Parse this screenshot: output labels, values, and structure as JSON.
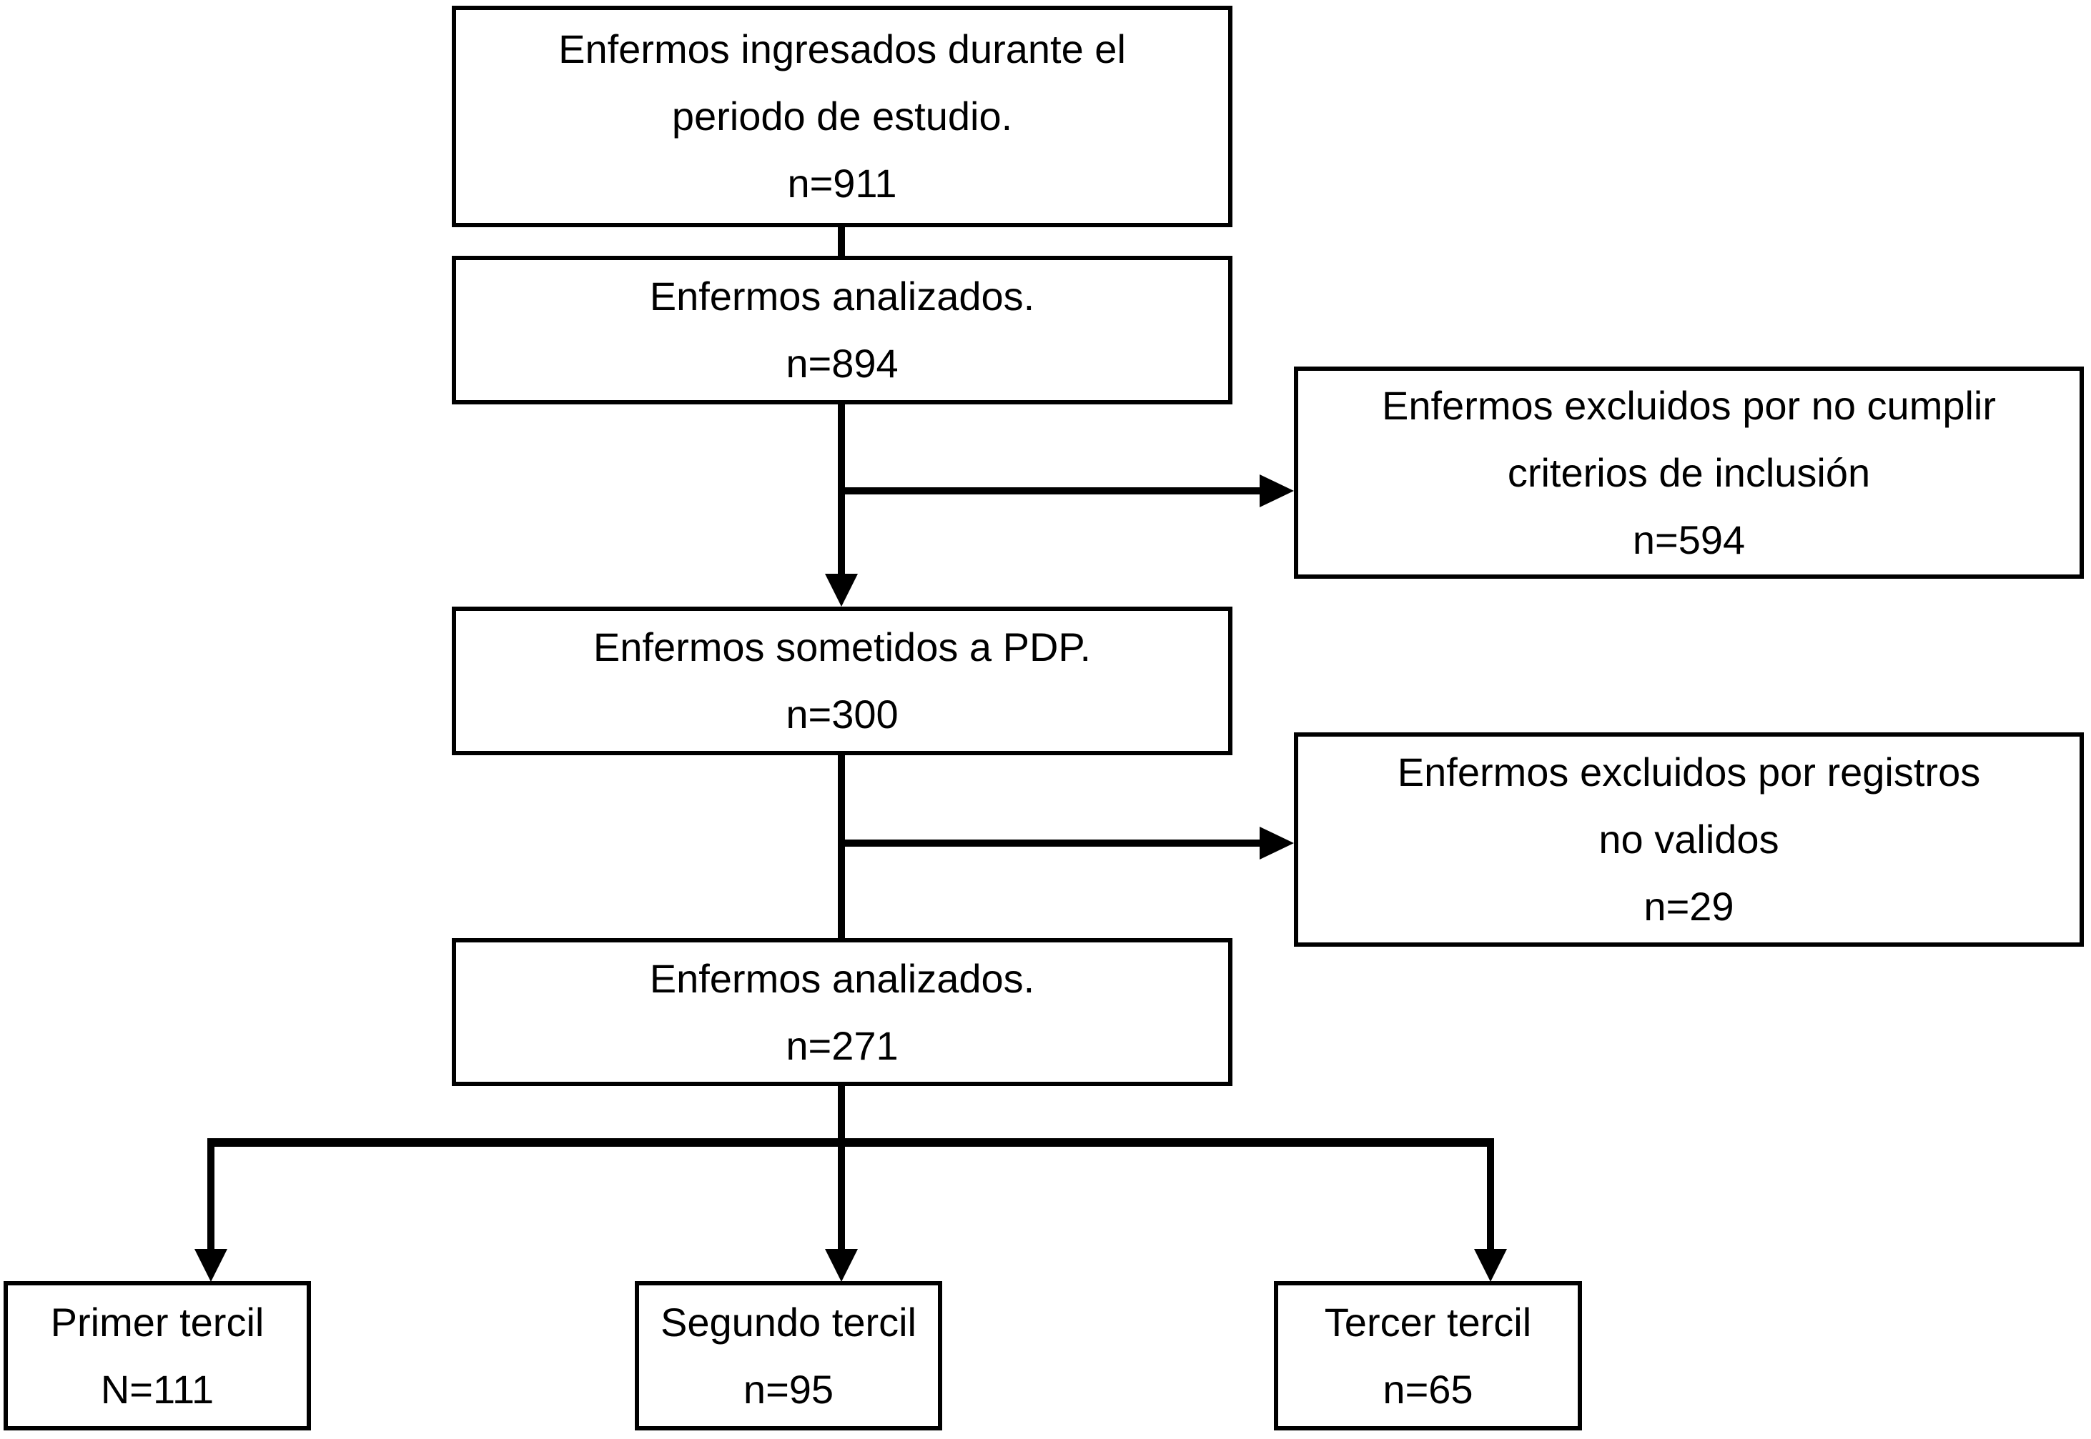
{
  "colors": {
    "background": "#ffffff",
    "line": "#000000",
    "text": "#000000"
  },
  "diagram": {
    "type": "flowchart",
    "language": "es",
    "nodes": {
      "admitted": {
        "line1": "Enfermos ingresados durante el",
        "line2": "periodo de estudio.",
        "line3": "n=911"
      },
      "analyzed_first": {
        "line1": "Enfermos analizados.",
        "line2": "n=894"
      },
      "excluded_criteria": {
        "line1": "Enfermos excluidos por no cumplir",
        "line2": "criterios de inclusión",
        "line3": "n=594"
      },
      "pdp": {
        "line1": "Enfermos sometidos a PDP.",
        "line2": "n=300"
      },
      "excluded_records": {
        "line1": "Enfermos excluidos por registros",
        "line2": "no validos",
        "line3": "n=29"
      },
      "analyzed_second": {
        "line1": "Enfermos analizados.",
        "line2": "n=271"
      },
      "tercile_first": {
        "line1": "Primer tercil",
        "line2": "N=111"
      },
      "tercile_second": {
        "line1": "Segundo tercil",
        "line2": "n=95"
      },
      "tercile_third": {
        "line1": "Tercer tercil",
        "line2": "n=65"
      }
    }
  }
}
